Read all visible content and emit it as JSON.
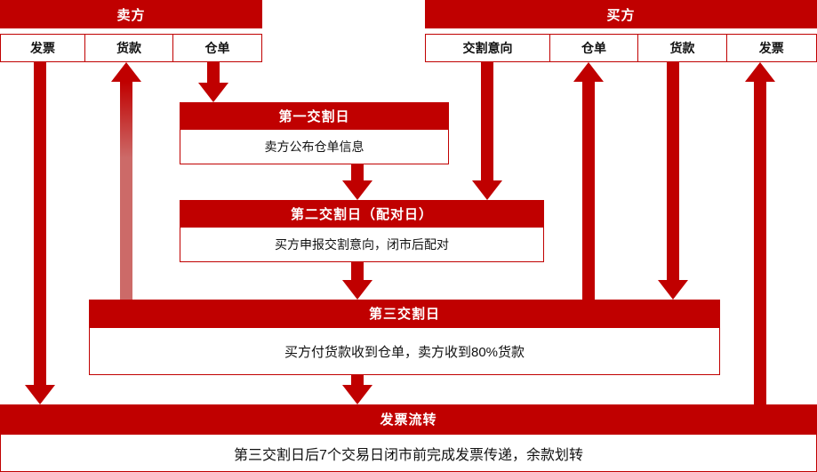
{
  "colors": {
    "primary_red": "#C00000",
    "light_red": "#CC6A68",
    "border_red": "#C00000",
    "text": "#111111",
    "background": "#FFFFFF"
  },
  "seller": {
    "title": "卖方",
    "columns": [
      "发票",
      "货款",
      "仓单"
    ]
  },
  "buyer": {
    "title": "买方",
    "columns": [
      "交割意向",
      "仓单",
      "货款",
      "发票"
    ]
  },
  "stages": [
    {
      "title": "第一交割日",
      "body": "卖方公布仓单信息"
    },
    {
      "title": "第二交割日（配对日）",
      "body": "买方申报交割意向，闭市后配对"
    },
    {
      "title": "第三交割日",
      "body": "买方付货款收到仓单，卖方收到80%货款"
    },
    {
      "title": "发票流转",
      "body": "第三交割日后7个交易日闭市前完成发票传递，余款划转"
    }
  ],
  "arrows": [
    {
      "from": "卖方-发票",
      "to": "发票流转",
      "direction": "down"
    },
    {
      "from": "第三交割日",
      "to": "卖方-货款",
      "direction": "up"
    },
    {
      "from": "卖方-仓单",
      "to": "第一交割日",
      "direction": "down"
    },
    {
      "from": "第一交割日",
      "to": "第二交割日（配对日）",
      "direction": "down"
    },
    {
      "from": "第二交割日（配对日）",
      "to": "第三交割日",
      "direction": "down"
    },
    {
      "from": "第三交割日",
      "to": "发票流转",
      "direction": "down"
    },
    {
      "from": "买方-交割意向",
      "to": "第二交割日（配对日）",
      "direction": "down"
    },
    {
      "from": "第三交割日",
      "to": "买方-仓单",
      "direction": "up"
    },
    {
      "from": "买方-货款",
      "to": "第三交割日",
      "direction": "down"
    },
    {
      "from": "发票流转",
      "to": "买方-发票",
      "direction": "up"
    }
  ]
}
